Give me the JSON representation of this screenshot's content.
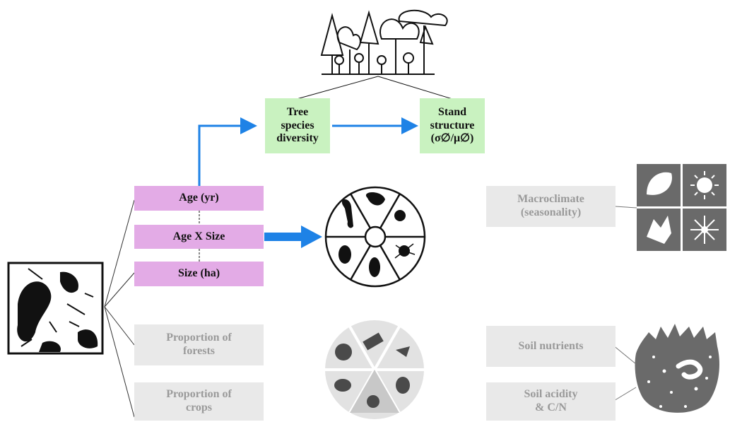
{
  "stand_boxes": {
    "tree_diversity": "Tree\nspecies\ndiversity",
    "stand_structure": "Stand\nstructure\n(σ∅/μ∅)"
  },
  "forest_patch_boxes": {
    "age": "Age (yr)",
    "age_x_size": "Age X Size",
    "size": "Size (ha)"
  },
  "landscape_boxes": {
    "proportion_forests": "Proportion of\nforests",
    "proportion_crops": "Proportion of\ncrops"
  },
  "environment_boxes": {
    "macroclimate": "Macroclimate\n(seasonality)",
    "soil_nutrients": "Soil nutrients",
    "soil_acidity": "Soil acidity\n& C/N"
  },
  "colors": {
    "arrow_blue": "#1e82e6",
    "green_box": "#c9f2c0",
    "pink_box": "#e3abe6",
    "gray_box": "#e9e9e9",
    "gray_icon": "#6a6a6a"
  },
  "icons": [
    "forest-trees-icon",
    "taxa-wheel-icon",
    "landscape-map-icon",
    "macroclimate-icon",
    "soil-icon",
    "gray-taxa-wheel-icon"
  ]
}
